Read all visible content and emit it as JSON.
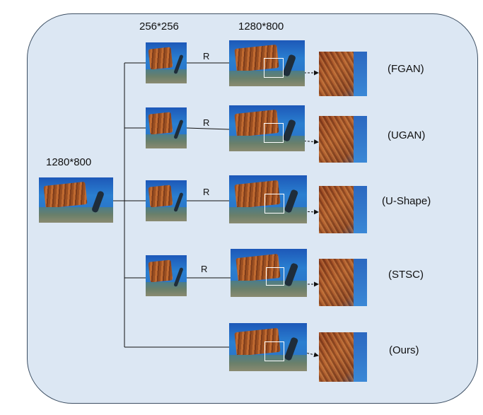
{
  "labels": {
    "input_size": "1280*800",
    "low_size": "256*256",
    "high_size": "1280*800",
    "resize": "R"
  },
  "methods": [
    {
      "name": "(FGAN)",
      "resized": true
    },
    {
      "name": "(UGAN)",
      "resized": true
    },
    {
      "name": "(U-Shape)",
      "resized": true
    },
    {
      "name": "(STSC)",
      "resized": true
    },
    {
      "name": "(Ours)",
      "resized": false
    }
  ],
  "colors": {
    "panel": "#dce7f3",
    "border": "#3d4f63",
    "line": "#111111"
  }
}
